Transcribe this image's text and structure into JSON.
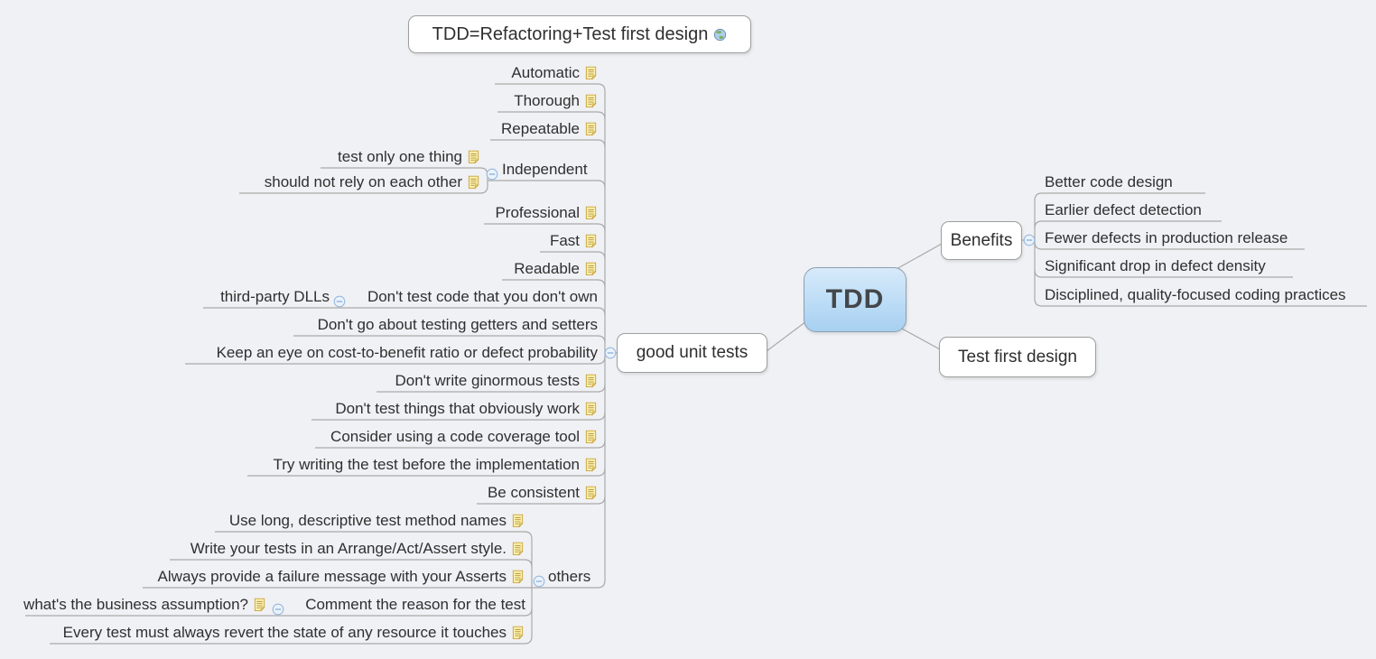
{
  "colors": {
    "background": "#f0f1f5",
    "connector": "#a9a9a9",
    "node_border": "#9e9e9e",
    "node_background": "#ffffff",
    "root_gradient_top": "#d7eafa",
    "root_gradient_bottom": "#a7d0f0",
    "text": "#2f2f2f",
    "note_icon_fill": "#fcf0b0",
    "note_icon_border": "#c9a43a",
    "collapse_icon_border": "#98b9dc"
  },
  "floating_topic": {
    "label": "TDD=Refactoring+Test first design",
    "icon": "globe-icon"
  },
  "root": {
    "label": "TDD"
  },
  "right_branches": {
    "benefits": {
      "label": "Benefits",
      "children": [
        {
          "label": "Better code design"
        },
        {
          "label": "Earlier defect detection"
        },
        {
          "label": "Fewer defects in production release"
        },
        {
          "label": "Significant drop in defect density"
        },
        {
          "label": "Disciplined, quality-focused coding practices"
        }
      ]
    },
    "test_first": {
      "label": "Test first design"
    }
  },
  "left_branch": {
    "label": "good unit tests",
    "children": [
      {
        "label": "Automatic",
        "note": true
      },
      {
        "label": "Thorough",
        "note": true
      },
      {
        "label": "Repeatable",
        "note": true
      },
      {
        "label": "Independent",
        "children": [
          {
            "label": "test only one thing",
            "note": true
          },
          {
            "label": "should not rely on each other",
            "note": true
          }
        ]
      },
      {
        "label": "Professional",
        "note": true
      },
      {
        "label": "Fast",
        "note": true
      },
      {
        "label": "Readable",
        "note": true
      },
      {
        "label": "Don't test code that you don't own",
        "children": [
          {
            "label": "third-party DLLs"
          }
        ]
      },
      {
        "label": "Don't go about testing getters and setters"
      },
      {
        "label": "Keep an eye on cost-to-benefit ratio or defect probability"
      },
      {
        "label": "Don't write ginormous tests",
        "note": true
      },
      {
        "label": "Don't test things that obviously work",
        "note": true
      },
      {
        "label": "Consider using a code coverage tool",
        "note": true
      },
      {
        "label": "Try writing the test before the implementation",
        "note": true
      },
      {
        "label": "Be consistent",
        "note": true
      },
      {
        "label": "others",
        "children": [
          {
            "label": "Use long, descriptive test method names",
            "note": true
          },
          {
            "label": "Write your tests in an Arrange/Act/Assert style.",
            "note": true
          },
          {
            "label": "Always provide a failure message with your Asserts",
            "note": true
          },
          {
            "label": "Comment the reason for the test",
            "children": [
              {
                "label": "what's the business assumption?",
                "note": true
              }
            ]
          },
          {
            "label": "Every test must always revert the state of any resource it touches",
            "note": true
          }
        ]
      }
    ]
  }
}
